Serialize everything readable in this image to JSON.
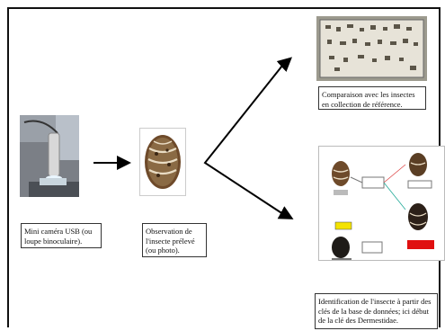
{
  "captions": {
    "camera": "Mini caméra USB (ou loupe binoculaire).",
    "observation": "Observation de l'insecte prélevé (ou photo).",
    "comparison": "Comparaison avec les insectes en collection de référence.",
    "identification": "Identification de l'insecte à partir des clés de la base de données; ici début de la clé des Dermestidae."
  },
  "colors": {
    "beetle": "#6e4a2a",
    "arrow": "#000000",
    "red_box": "#e01010",
    "yellow_box": "#f4e300"
  }
}
